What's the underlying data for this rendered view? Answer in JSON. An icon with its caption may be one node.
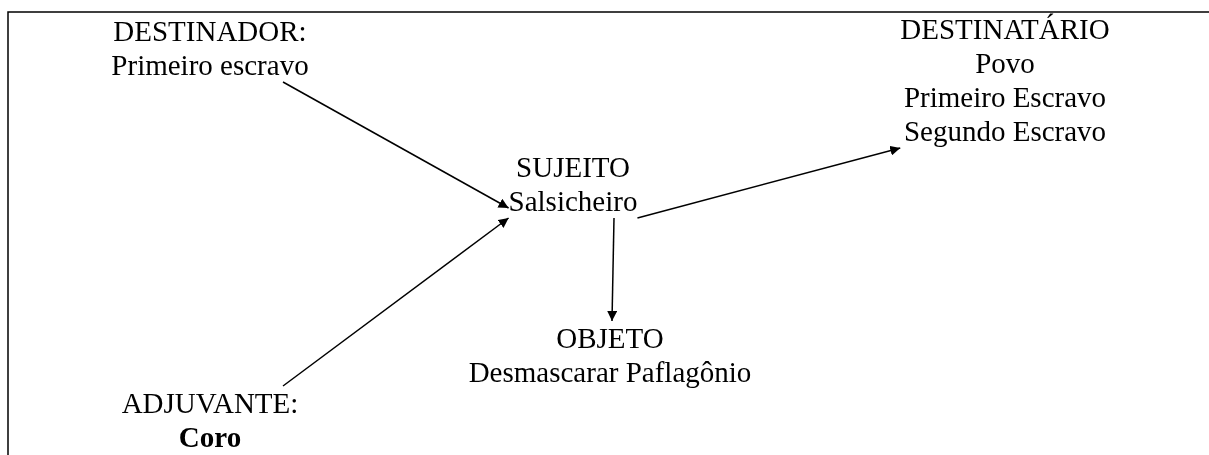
{
  "diagram": {
    "nodes": [
      {
        "text": [
          "DESTINADOR:",
          "Primeiro escravo"
        ]
      },
      {
        "text": [
          "DESTINATÁRIO",
          "Povo",
          "Primeiro Escravo",
          "Segundo Escravo"
        ]
      },
      {
        "text": [
          "SUJEITO",
          "Salsicheiro"
        ]
      },
      {
        "text": [
          "OBJETO",
          "Desmascarar Paflagônio"
        ]
      },
      {
        "text": [
          "ADJUVANTE:",
          "Coro"
        ]
      }
    ],
    "edges": [
      {
        "from": 0,
        "to": 2,
        "arrow": "to"
      },
      {
        "from": 4,
        "to": 2,
        "arrow": "to"
      },
      {
        "from": 2,
        "to": 3,
        "arrow": "to"
      },
      {
        "from": 2,
        "to": 1,
        "arrow": "to"
      }
    ]
  }
}
